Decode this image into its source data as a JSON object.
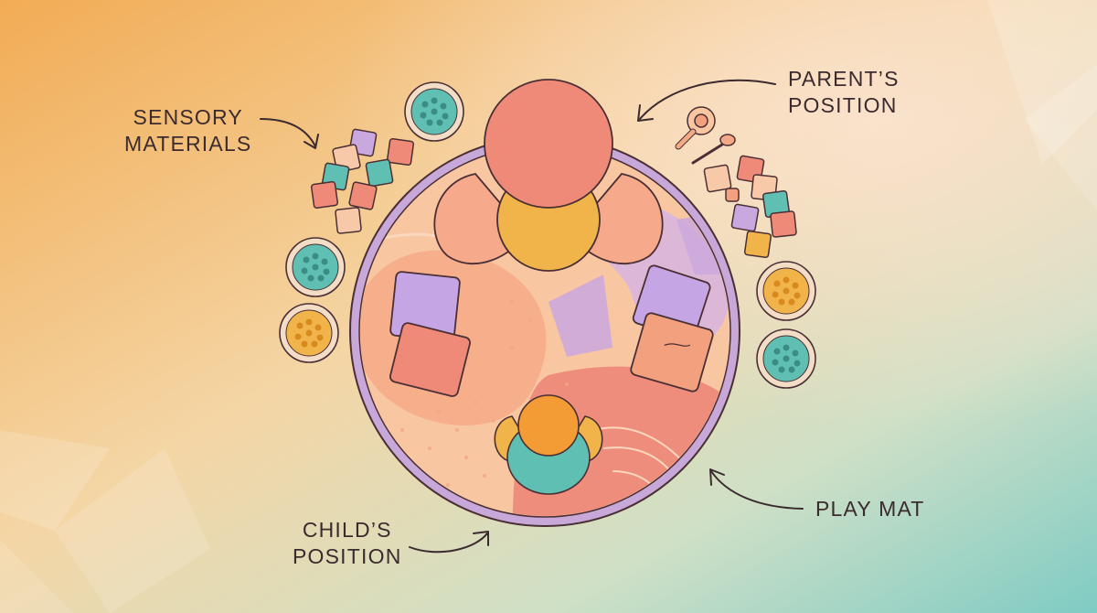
{
  "labels": {
    "sensory_line1": "SENSORY",
    "sensory_line2": "MATERIALS",
    "parent_line1": "PARENT’S",
    "parent_line2": "POSITION",
    "play_mat": "PLAY MAT",
    "child_line1": "CHILD’S",
    "child_line2": "POSITION"
  },
  "colors": {
    "bg_orange": "#f2b25a",
    "bg_teal": "#8fd0c6",
    "mat_rim": "#c9a7d8",
    "mat_fill": "#f8c29e",
    "coral": "#f08a78",
    "mustard": "#f1b44b",
    "lavender": "#c8a9e3",
    "teal": "#5fbfb3",
    "outline": "#4a2f34"
  },
  "icons": {
    "parent": "parent-top-view-icon",
    "child": "child-top-view-icon",
    "blocks": "wooden-blocks-icon",
    "bowls": "sensory-bowl-icon",
    "rattle": "rattle-icon",
    "spoon": "spoon-icon",
    "arrows": "curved-arrow-icon"
  }
}
